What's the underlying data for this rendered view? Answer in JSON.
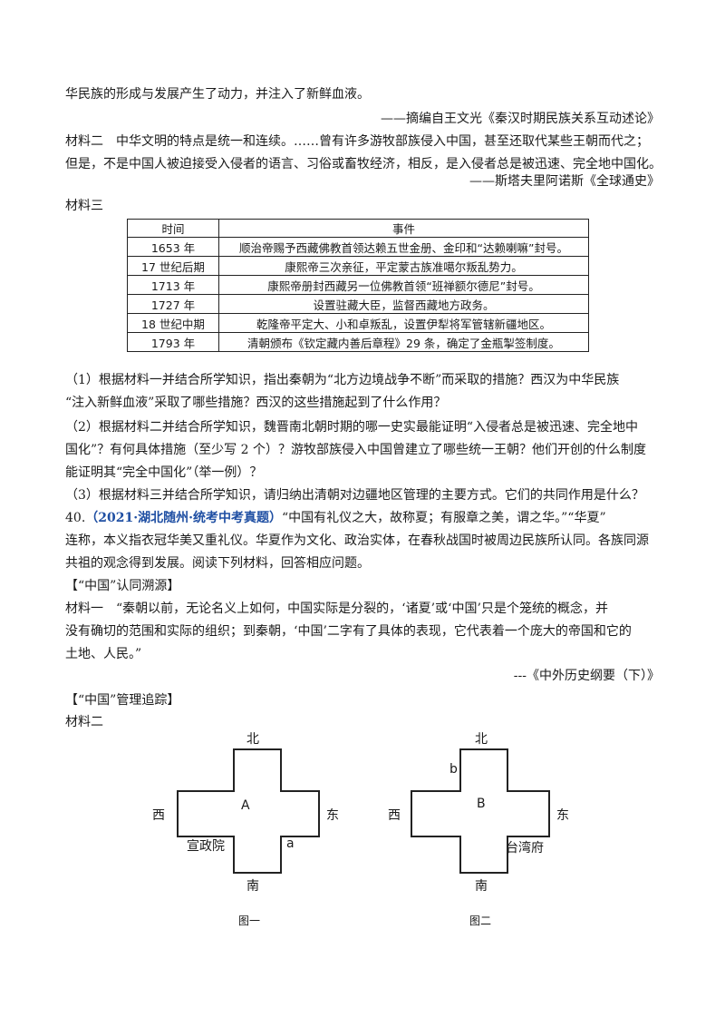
{
  "lines": {
    "l1": "华民族的形成与发展产生了动力，并注入了新鲜血液。",
    "l2": "——摘编自王文光《秦汉时期民族关系互动述论》",
    "l3": "材料二　中华文明的特点是统一和连续。……曾有许多游牧部族侵入中国，甚至还取代某些王朝而代之；",
    "l4": "但是，不是中国人被迫接受入侵者的语言、习俗或畜牧经济，相反，是入侵者总是被迅速、完全地中国化。",
    "l5": "——斯塔夫里阿诺斯《全球通史》",
    "l6": "材料三",
    "q1a": "（1）根据材料一并结合所学知识，指出秦朝为“北方边境战争不断”而采取的措施？西汉为中华民族",
    "q1b": "“注入新鲜血液”采取了哪些措施？西汉的这些措施起到了什么作用？",
    "q2a": "（2）根据材料二并结合所学知识，魏晋南北朝时期的哪一史实最能证明“入侵者总是被迅速、完全地中",
    "q2b": "国化”？有何具体措施（至少写 2 个）？游牧部族侵入中国曾建立了哪些统一王朝？他们开创的什么制度",
    "q2c": "能证明其“完全中国化”（举一例）？",
    "q3": "（3）根据材料三并结合所学知识，请归纳出清朝对边疆地区管理的主要方式。它们的共同作用是什么？",
    "p40_num": "40.",
    "p40_ref": "（2021·湖北随州·统考中考真题）",
    "p40_a": "“中国有礼仪之大，故称夏；有服章之美，谓之华。”“华夏”",
    "p40_b": "连称，本义指衣冠华美又重礼仪。华夏作为文化、政治实体，在春秋战国时被周边民族所认同。各族同源",
    "p40_c": "共祖的观念得到发展。阅读下列材料，回答相应问题。",
    "h1": "【“中国”认同溯源】",
    "m1a": "材料一　“秦朝以前，无论名义上如何，中国实际是分裂的，‘诸夏’或‘中国’只是个笼统的概念，并",
    "m1b": "没有确切的范围和实际的组织；到秦朝，‘中国’二字有了具体的表现，它代表着一个庞大的帝国和它的",
    "m1c": "土地、人民。”",
    "m1src": "---《中外历史纲要（下）》",
    "h2": "【“中国”管理追踪】",
    "m2": "材料二"
  },
  "table": {
    "headers": [
      "时间",
      "事件"
    ],
    "rows": [
      [
        "1653 年",
        "顺治帝赐予西藏佛教首领达赖五世金册、金印和“达赖喇嘛”封号。"
      ],
      [
        "17 世纪后期",
        "康熙帝三次亲征，平定蒙古族准噶尔叛乱势力。"
      ],
      [
        "1713 年",
        "康熙帝册封西藏另一位佛教首领“班禅额尔德尼”封号。"
      ],
      [
        "1727 年",
        "设置驻藏大臣，监督西藏地方政务。"
      ],
      [
        "18 世纪中期",
        "乾隆帝平定大、小和卓叛乱，设置伊犁将军管辖新疆地区。"
      ],
      [
        "1793 年",
        "清朝颁布《钦定藏内善后章程》29 条，确定了金瓶掣签制度。"
      ]
    ]
  },
  "fig1": {
    "north": "北",
    "south": "南",
    "west": "西",
    "east": "东",
    "center": "A",
    "left_arm": "宣政院",
    "right_arm": "a",
    "caption": "图一"
  },
  "fig2": {
    "north": "北",
    "south": "南",
    "west": "西",
    "east": "东",
    "center": "B",
    "top_arm": "b",
    "right_arm": "台湾府",
    "caption": "图二"
  }
}
